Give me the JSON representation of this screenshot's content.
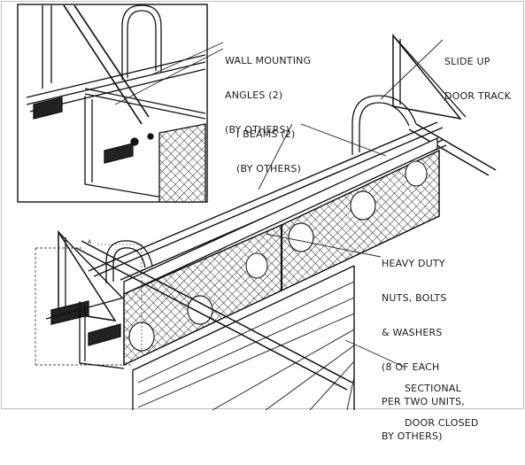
{
  "drawing": {
    "callouts": {
      "wall_mounting_angles": [
        "WALL MOUNTING",
        "ANGLES (2)",
        "(BY OTHERS)"
      ],
      "slide_up_door_track": [
        "SLIDE UP",
        "DOOR TRACK"
      ],
      "i_beams": [
        "I BEAMS (2)",
        "(BY OTHERS)"
      ],
      "heavy_duty_hardware": [
        "HEAVY DUTY",
        "NUTS, BOLTS",
        "& WASHERS",
        "(8 OF EACH",
        "PER TWO UNITS,",
        "BY OTHERS)"
      ],
      "sectional_door": [
        "SECTIONAL",
        "DOOR CLOSED"
      ]
    },
    "dimension_marker": "A"
  }
}
